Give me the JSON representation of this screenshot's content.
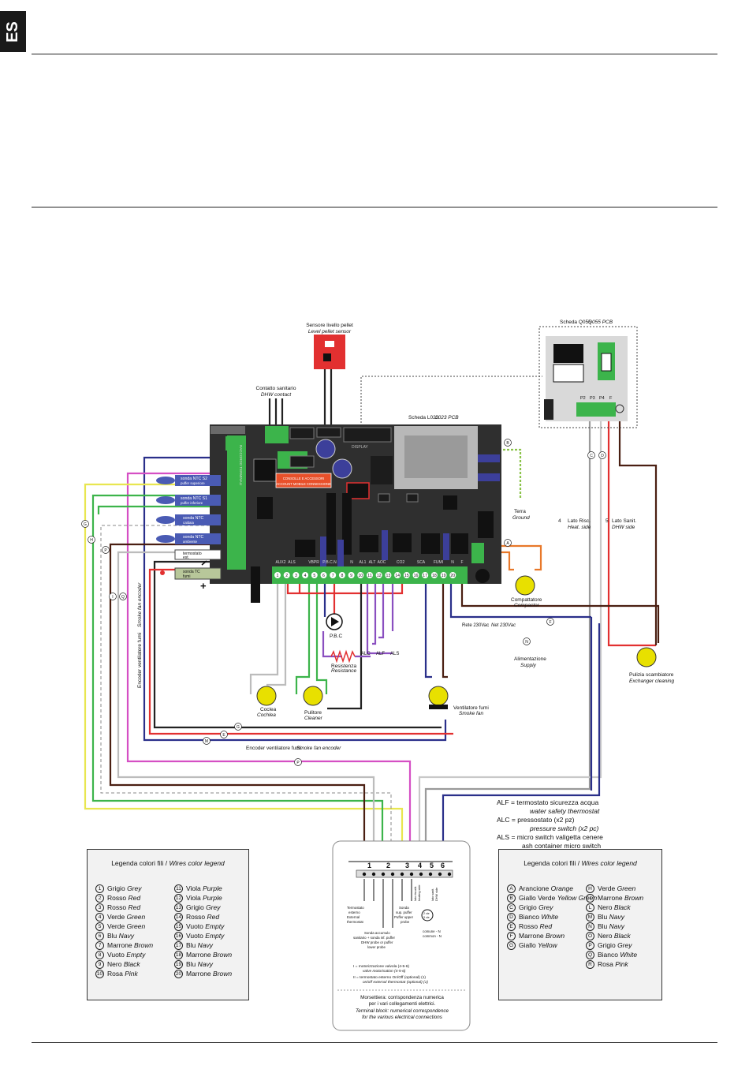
{
  "page": {
    "tab": "ES"
  },
  "sensor": {
    "title": "Sensore livello pellet",
    "title_en": "Level pellet sensor"
  },
  "contact": {
    "title": "Contatto sanitario",
    "title_en": "DHW contact"
  },
  "board": {
    "title": "Scheda L023",
    "title_en": "L023 PCB",
    "display": "DISPLAY",
    "red_label_1": "CONSOLLE E ACCESSORI",
    "red_label_2": "ACCOUNT MOBILE CONNESSIONE",
    "left_strip": "RACCORDO TERMINALI",
    "pins": [
      "AUX2",
      "ALS",
      "VBPR",
      "P.B.C.N",
      "N",
      "AL1",
      "ALT",
      "AOC",
      "CO2",
      "SCA",
      "FUMI",
      "N",
      "F"
    ]
  },
  "q055": {
    "title": "Scheda Q055",
    "title_en": "Q055 PCB",
    "pins": [
      "P2",
      "P3",
      "P4",
      "F"
    ]
  },
  "probes": [
    {
      "l1": "sonda NTC S2",
      "l2": "puffer superiore"
    },
    {
      "l1": "sonda NTC S1",
      "l2": "puffer inferiore"
    },
    {
      "l1": "sonda NTC",
      "l2": "caldaia"
    },
    {
      "l1": "sonda NTC",
      "l2": "ambiente"
    }
  ],
  "thermostat": {
    "l1": "termostato",
    "l2": "est."
  },
  "tc": {
    "l1": "sonda TC",
    "l2": "fumi"
  },
  "ground": {
    "title": "Terra",
    "title_en": "Ground"
  },
  "compactor": {
    "title": "Compattatore",
    "title_en": "Compactor"
  },
  "supply": {
    "title": "Alimentazione",
    "title_en": "Supply",
    "rete": "Rete 230Vac",
    "rete_en": "Net 230Vac"
  },
  "heat_side": {
    "num": "4",
    "title": "Lato Risc.",
    "title_en": "Heat. side"
  },
  "dhw_side": {
    "num": "5",
    "title": "Lato Sanit.",
    "title_en": "DHW side"
  },
  "exchanger": {
    "title": "Pulizia scambiatore",
    "title_en": "Exchanger cleaning"
  },
  "pump": {
    "label": "P.B.C"
  },
  "resistor": {
    "title": "Resistenza",
    "title_en": "Resistance"
  },
  "switches": [
    "ALC",
    "ALF",
    "ALS"
  ],
  "motors": {
    "auger": {
      "title": "Coclea",
      "title_en": "Cochlea"
    },
    "cleaner": {
      "title": "Pulitore",
      "title_en": "Cleaner"
    },
    "smoke": {
      "title": "Ventilatore fumi",
      "title_en": "Smoke fan"
    }
  },
  "encoder": {
    "vertical": "Encoder ventilatore fumi",
    "vertical_en": "Smoke fan encoder",
    "bottom": "Encoder ventilatore fumi",
    "bottom_en": "Smoke fan encoder"
  },
  "notes": [
    {
      "code": "ALF",
      "it": "termostato sicurezza acqua",
      "en": "water safety thermostat"
    },
    {
      "code": "ALC",
      "it": "pressostato (x2 pz)",
      "en": "pressure switch (x2 pc)"
    },
    {
      "code": "ALS",
      "it": "micro switch valigetta cenere",
      "en": "ash container micro switch"
    }
  ],
  "terminal": {
    "numbers": [
      "1",
      "2",
      "3",
      "4",
      "5",
      "6"
    ],
    "ext_therm": [
      "Termostato",
      "esterno",
      "External",
      "thermostat"
    ],
    "buffer_probe": [
      "Sonda accumulo",
      "sanitario + sonda inf. puffer",
      "DHW probe or puffer",
      "lower probe"
    ],
    "upper_probe": [
      "Sonda",
      "sup. puffer",
      "Puffer upper",
      "probe"
    ],
    "valve": [
      "2 vie",
      "3 vie"
    ],
    "common": [
      "comune - N",
      "common - N"
    ],
    "side_heat": [
      "lato riscald.",
      "heating side"
    ],
    "side_dhw": [
      "lato sanit.",
      "DHW side"
    ],
    "footnote_1": "I =  motorizzazione valvola (4-5-6)",
    "footnote_1_en": "valve motorisation (4-5-6)",
    "footnote_2": "II =  termostato esterno On/Off (optional) (1)",
    "footnote_2_en": "on/off external thermostat (optional) (1)",
    "caption_1": "Morsettiera: corrispondenza numerica",
    "caption_2": "per i vari collegamenti elettrici.",
    "caption_3": "Terminal block: numerical correspondence",
    "caption_4": "for the various electrical connections"
  },
  "legend_left": {
    "title": "Legenda colori fili / ",
    "title_en": "Wires color legend",
    "col1": [
      {
        "n": "1",
        "it": "Grigio",
        "en": "Grey"
      },
      {
        "n": "2",
        "it": "Rosso",
        "en": "Red"
      },
      {
        "n": "3",
        "it": "Rosso",
        "en": "Red"
      },
      {
        "n": "4",
        "it": "Verde",
        "en": "Green"
      },
      {
        "n": "5",
        "it": "Verde",
        "en": "Green"
      },
      {
        "n": "6",
        "it": "Blu",
        "en": "Navy"
      },
      {
        "n": "7",
        "it": "Marrone",
        "en": "Brown"
      },
      {
        "n": "8",
        "it": "Vuoto",
        "en": "Empty"
      },
      {
        "n": "9",
        "it": "Nero",
        "en": "Black"
      },
      {
        "n": "10",
        "it": "Rosa",
        "en": "Pink"
      }
    ],
    "col2": [
      {
        "n": "11",
        "it": "Viola",
        "en": "Purple"
      },
      {
        "n": "12",
        "it": "Viola",
        "en": "Purple"
      },
      {
        "n": "13",
        "it": "Grigio",
        "en": "Grey"
      },
      {
        "n": "14",
        "it": "Rosso",
        "en": "Red"
      },
      {
        "n": "15",
        "it": "Vuoto",
        "en": "Empty"
      },
      {
        "n": "16",
        "it": "Vuoto",
        "en": "Empty"
      },
      {
        "n": "17",
        "it": "Blu",
        "en": "Navy"
      },
      {
        "n": "18",
        "it": "Marrone",
        "en": "Brown"
      },
      {
        "n": "19",
        "it": "Blu",
        "en": "Navy"
      },
      {
        "n": "20",
        "it": "Marrone",
        "en": "Brown"
      }
    ]
  },
  "legend_right": {
    "title": "Legenda colori fili / ",
    "title_en": "Wires color legend",
    "col1": [
      {
        "n": "A",
        "it": "Arancione",
        "en": "Orange"
      },
      {
        "n": "B",
        "it": "Giallo Verde",
        "en": "Yellow Green"
      },
      {
        "n": "C",
        "it": "Grigio",
        "en": "Grey"
      },
      {
        "n": "D",
        "it": "Bianco",
        "en": "White"
      },
      {
        "n": "E",
        "it": "Rosso",
        "en": "Red"
      },
      {
        "n": "F",
        "it": "Marrone",
        "en": "Brown"
      },
      {
        "n": "G",
        "it": "Giallo",
        "en": "Yellow"
      }
    ],
    "col2": [
      {
        "n": "H",
        "it": "Verde",
        "en": "Green"
      },
      {
        "n": "I",
        "it": "Marrone",
        "en": "Brown"
      },
      {
        "n": "L",
        "it": "Nero",
        "en": "Black"
      },
      {
        "n": "M",
        "it": "Blu",
        "en": "Navy"
      },
      {
        "n": "N",
        "it": "Blu",
        "en": "Navy"
      },
      {
        "n": "O",
        "it": "Nero",
        "en": "Black"
      },
      {
        "n": "P",
        "it": "Grigio",
        "en": "Grey"
      },
      {
        "n": "Q",
        "it": "Bianco",
        "en": "White"
      },
      {
        "n": "R",
        "it": "Rosa",
        "en": "Pink"
      }
    ]
  },
  "colors": {
    "board": "#2f2f2f",
    "green": "#3cb44b",
    "motor": "#e8e000",
    "red": "#e23030",
    "navy": "#2a2f8a",
    "purple": "#8a4fc0",
    "pink": "#d54fc4",
    "yellow": "#e8e650",
    "grey": "#9a9a9a",
    "brown": "#4a1f12",
    "orange": "#e8782a",
    "probe": "#4a5bb4"
  }
}
